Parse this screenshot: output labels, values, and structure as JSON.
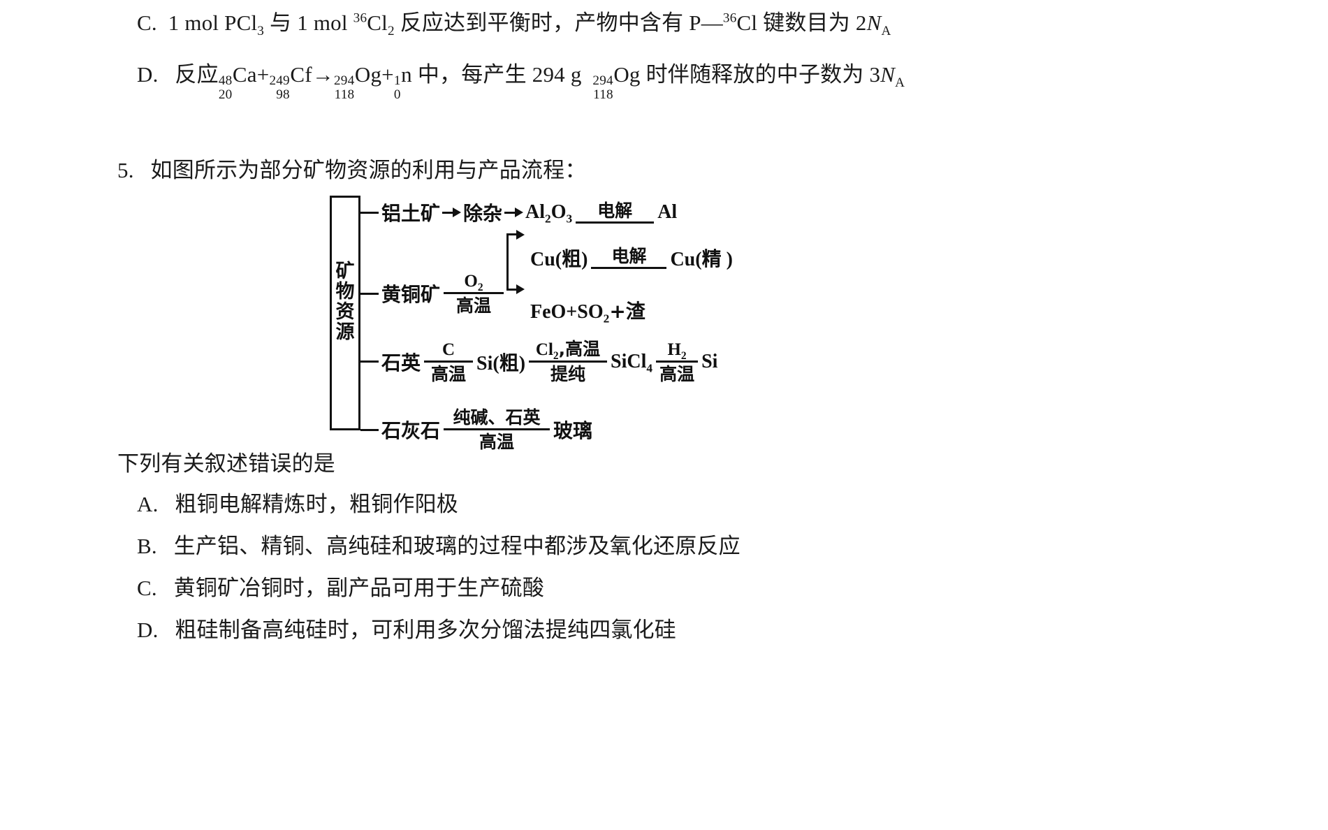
{
  "options_top": [
    {
      "label": "C.",
      "parts": [
        {
          "t": "text",
          "v": "1 mol PCl"
        },
        {
          "t": "sub",
          "v": "3"
        },
        {
          "t": "text",
          "v": "与 1 mol "
        },
        {
          "t": "sup",
          "v": "36"
        },
        {
          "t": "text",
          "v": "Cl"
        },
        {
          "t": "sub",
          "v": "2"
        },
        {
          "t": "text",
          "v": "反应达到平衡时，产物中含有 P—"
        },
        {
          "t": "sup",
          "v": "36"
        },
        {
          "t": "text",
          "v": "Cl 键数目为 2"
        },
        {
          "t": "ital",
          "v": "N"
        },
        {
          "t": "sub",
          "v": "A"
        }
      ],
      "plain": "C. 1 mol PCl3 与 1 mol 36Cl2 反应达到平衡时，产物中含有 P—36Cl 键数目为 2NA"
    },
    {
      "label": "D.",
      "plain": "D. 反应 48/20Ca + 249/98Cf → 294/118Og + 1/0n 中，每产生 294 g 294/118Og 时伴随释放的中子数为 3NA",
      "segments": {
        "lead": "反应",
        "nuclides": [
          {
            "a": "48",
            "z": "20",
            "sym": "Ca"
          },
          {
            "a": "249",
            "z": "98",
            "sym": "Cf"
          },
          {
            "a": "294",
            "z": "118",
            "sym": "Og"
          },
          {
            "a": "1",
            "z": "0",
            "sym": "n"
          }
        ],
        "mid": "中，每产生 294 g",
        "nuclide_product": {
          "a": "294",
          "z": "118",
          "sym": "Og"
        },
        "tail": "时伴随释放的中子数为 3",
        "tail_italic": "N",
        "tail_sub": "A"
      }
    }
  ],
  "question": {
    "number": "5.",
    "stem": "如图所示为部分矿物资源的利用与产品流程：",
    "prompt": "下列有关叙述错误的是"
  },
  "diagram": {
    "source_label": "矿物资源",
    "rows": [
      {
        "id": "aluminium",
        "input": "铝土矿",
        "step1": "除杂",
        "intermediate_a": "Al",
        "intermediate_a_sub": "2",
        "intermediate_b": "O",
        "intermediate_b_sub": "3",
        "condition_top": "电解",
        "condition_bottom": "",
        "product": "Al"
      },
      {
        "id": "copper",
        "input": "黄铜矿",
        "condition_top": "O",
        "condition_top_sub": "2",
        "condition_bottom": "高温",
        "branch_upper": "Cu(粗)",
        "branch_lower_parts": [
          "FeO+SO",
          "2",
          "+渣"
        ],
        "branch_lower": "FeO+SO2+渣",
        "refine_top": "电解",
        "refine_bottom": "",
        "product": "Cu(精 )"
      },
      {
        "id": "silicon",
        "input": "石英",
        "condition1_top": "C",
        "condition1_bottom": "高温",
        "intermediate1": "Si(粗)",
        "condition2_top": "Cl",
        "condition2_top_sub": "2",
        "condition2_top_rest": ",高温",
        "condition2_bottom": "提纯",
        "intermediate2": "SiCl",
        "intermediate2_sub": "4",
        "condition3_top": "H",
        "condition3_top_sub": "2",
        "condition3_bottom": "高温",
        "product": "Si"
      },
      {
        "id": "glass",
        "input": "石灰石",
        "condition_top": "纯碱、石英",
        "condition_bottom": "高温",
        "product": "玻璃"
      }
    ]
  },
  "options_bottom": [
    {
      "label": "A.",
      "text": "粗铜电解精炼时，粗铜作阳极"
    },
    {
      "label": "B.",
      "text": "生产铝、精铜、高纯硅和玻璃的过程中都涉及氧化还原反应"
    },
    {
      "label": "C.",
      "text": "黄铜矿冶铜时，副产品可用于生产硫酸"
    },
    {
      "label": "D.",
      "text": "粗硅制备高纯硅时，可利用多次分馏法提纯四氯化硅"
    }
  ],
  "colors": {
    "ink": "#1a1a1a",
    "diagram_ink": "#111111",
    "background": "#ffffff"
  }
}
